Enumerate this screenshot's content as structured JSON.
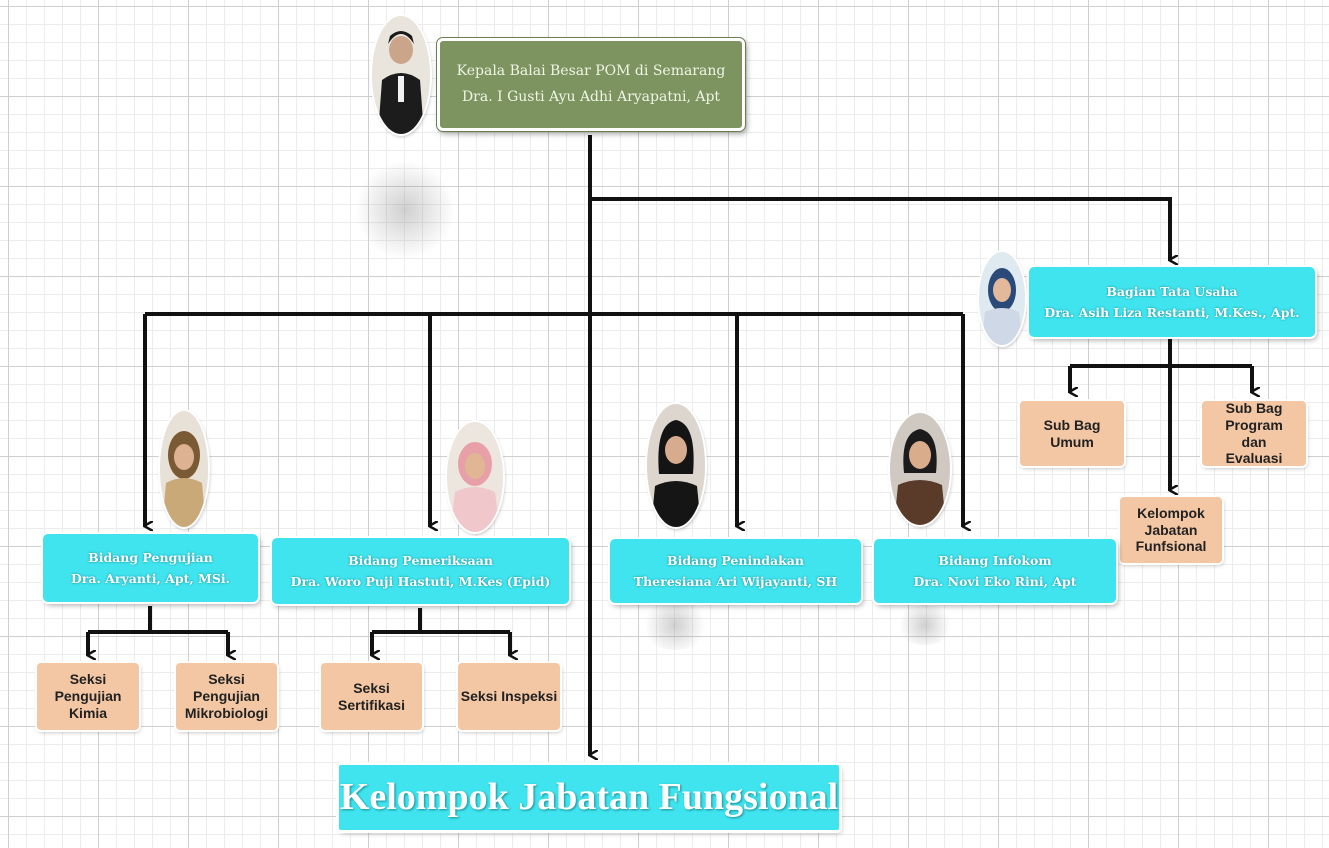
{
  "head": {
    "title": "Kepala Balai Besar POM di Semarang",
    "name": "Dra. I Gusti Ayu Adhi Aryapatni, Apt"
  },
  "tata_usaha": {
    "title": "Bagian Tata Usaha",
    "name": "Dra. Asih Liza Restanti, M.Kes., Apt."
  },
  "subbag_umum": "Sub Bag Umum",
  "subbag_program": "Sub Bag Program dan Evaluasi",
  "kelompok_small": "Kelompok Jabatan Funfsional",
  "pengujian": {
    "title": "Bidang Pengujian",
    "name": "Dra. Aryanti, Apt, MSi."
  },
  "pemeriksaan": {
    "title": "Bidang Pemeriksaan",
    "name": "Dra. Woro Puji Hastuti, M.Kes (Epid)"
  },
  "penindakan": {
    "title": "Bidang Penindakan",
    "name": "Theresiana Ari Wijayanti, SH"
  },
  "infokom": {
    "title": "Bidang Infokom",
    "name": "Dra. Novi Eko Rini, Apt"
  },
  "seksi_kimia": "Seksi Pengujian Kimia",
  "seksi_mikro": "Seksi Pengujian Mikrobiologi",
  "seksi_sertifikasi": "Seksi Sertifikasi",
  "seksi_inspeksi": "Seksi Inspeksi",
  "kelompok_main": "Kelompok Jabatan Fungsional",
  "colors": {
    "head": "#7d9360",
    "bidang": "#3fe4ee",
    "seksi": "#f3c7a4",
    "line": "#111111"
  }
}
